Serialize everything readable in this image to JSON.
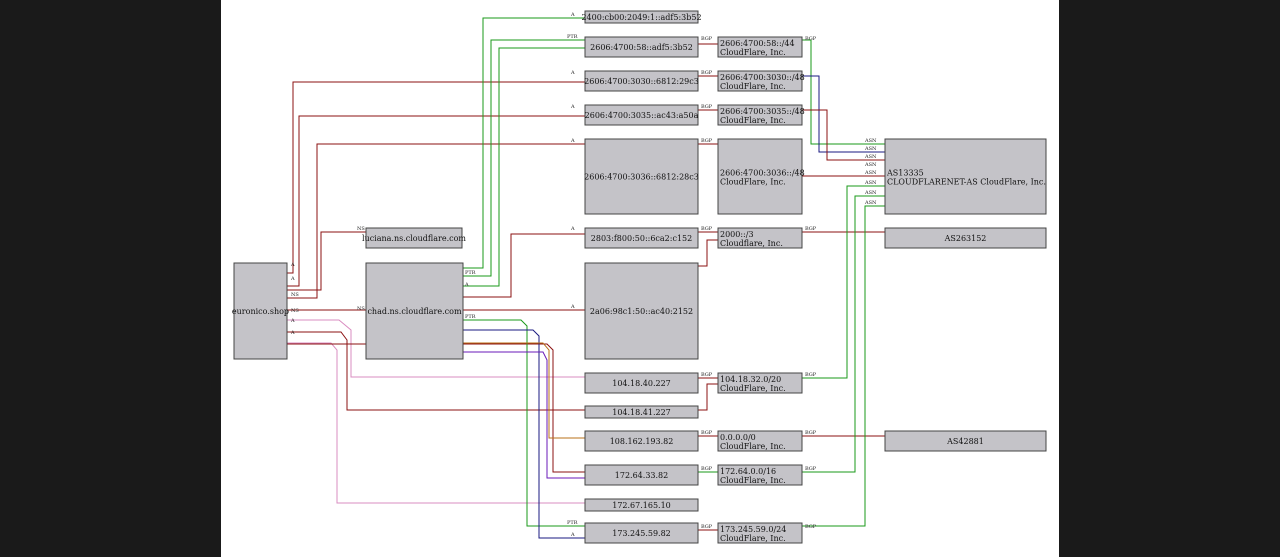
{
  "nodes": {
    "domain": {
      "label": "euronico.shop"
    },
    "ns_luciana": {
      "label": "luciana.ns.cloudflare.com"
    },
    "ns_chad": {
      "label": "chad.ns.cloudflare.com"
    },
    "ip6_2400": {
      "label": "2400:cb00:2049:1::adf5:3b52"
    },
    "ip6_2606_58": {
      "label": "2606:4700:58::adf5:3b52"
    },
    "ip6_3030": {
      "label": "2606:4700:3030::6812:29c3"
    },
    "ip6_3035": {
      "label": "2606:4700:3035::ac43:a50a"
    },
    "ip6_3036": {
      "label": "2606:4700:3036::6812:28c3"
    },
    "ip6_2803": {
      "label": "2803:f800:50::6ca2:c152"
    },
    "ip6_2a06": {
      "label": "2a06:98c1:50::ac40:2152"
    },
    "ip4_104_40": {
      "label": "104.18.40.227"
    },
    "ip4_104_41": {
      "label": "104.18.41.227"
    },
    "ip4_108": {
      "label": "108.162.193.82"
    },
    "ip4_172_64": {
      "label": "172.64.33.82"
    },
    "ip4_172_67": {
      "label": "172.67.165.10"
    },
    "ip4_173": {
      "label": "173.245.59.82"
    },
    "pfx_58": {
      "line1": "2606:4700:58::/44",
      "line2": "CloudFlare, Inc."
    },
    "pfx_3030": {
      "line1": "2606:4700:3030::/48",
      "line2": "CloudFlare, Inc."
    },
    "pfx_3035": {
      "line1": "2606:4700:3035::/48",
      "line2": "CloudFlare, Inc."
    },
    "pfx_3036": {
      "line1": "2606:4700:3036::/48",
      "line2": "CloudFlare, Inc."
    },
    "pfx_2000": {
      "line1": "2000::/3",
      "line2": "Cloudflare, Inc."
    },
    "pfx_104": {
      "line1": "104.18.32.0/20",
      "line2": "CloudFlare, Inc."
    },
    "pfx_0000": {
      "line1": "0.0.0.0/0",
      "line2": "CloudFlare, Inc."
    },
    "pfx_172": {
      "line1": "172.64.0.0/16",
      "line2": "CloudFlare, Inc."
    },
    "pfx_173": {
      "line1": "173.245.59.0/24",
      "line2": "CloudFlare, Inc."
    },
    "as_13335": {
      "line1": "AS13335",
      "line2": "CLOUDFLARENET-AS CloudFlare, Inc."
    },
    "as_263152": {
      "label": "AS263152"
    },
    "as_42881": {
      "label": "AS42881"
    }
  },
  "edge_labels": {
    "a": "A",
    "ns": "NS",
    "ptr": "PTR",
    "bgp": "BGP",
    "asn": "ASN"
  },
  "colors": {
    "canvas": "#ffffff",
    "background": "#1a1a1a",
    "node_fill": "#c4c3c8",
    "node_stroke": "#444444",
    "edge_red": "#8b1010",
    "edge_green": "#1a9a1a",
    "edge_pink": "#d98cc0",
    "edge_purple": "#6a1ab8",
    "edge_navy": "#1a1a80",
    "edge_orange": "#b8701a"
  }
}
